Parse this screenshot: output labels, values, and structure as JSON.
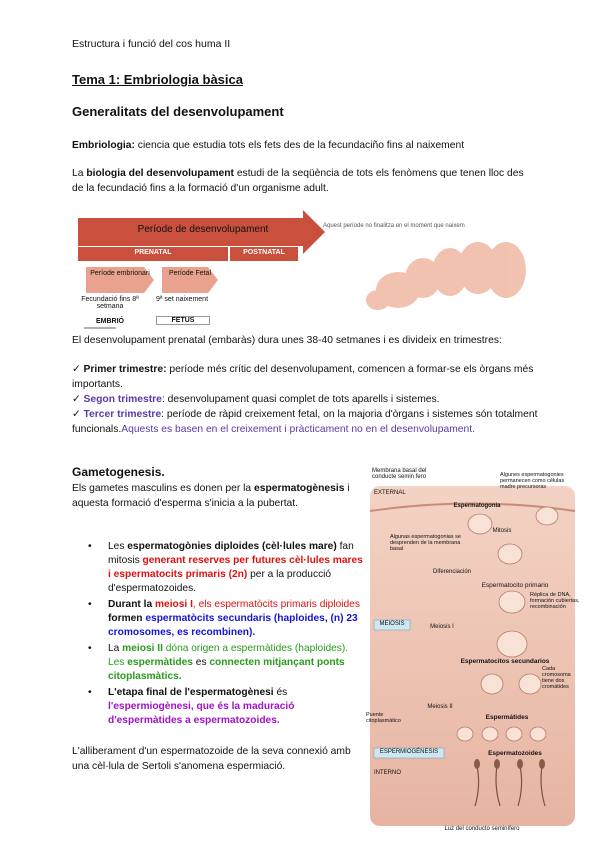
{
  "header": "Estructura i funció del cos huma II",
  "title": "Tema 1: Embriologia bàsica",
  "subtitle": "Generalitats del desenvolupament",
  "embriologia": {
    "term": "Embriologia:",
    "def": " ciencia que estudia tots els fets des de la fecundaciño fins al naixement"
  },
  "biologia": {
    "pre": "La ",
    "term": "biologia del desenvolupament",
    "rest": " estudi de la seqüència de tots els fenòmens que tenen lloc des de la fecundació fins a la formació d'un organisme adult."
  },
  "diagram1": {
    "arrow_label": "Període de desenvolupament",
    "prenatal": "PRENATAL",
    "postnatal": "POSTNATAL",
    "periode_embrionari": "Període embrionari",
    "periode_fetal": "Període Fetal",
    "embrio_range": "Fecundació fins 8ª setmana",
    "embrio": "EMBRIÓ",
    "fetus_range": "9ª set naixement",
    "fetus": "FETUS",
    "note": "Aquest període no finalitza en el moment que naixem"
  },
  "prenatal_text": "El desenvolupament prenatal (embaràs) dura unes 38-40 setmanes i es divideix en trimestres:",
  "trimesters": [
    {
      "check": "✓",
      "label": "Primer trimestre:",
      "text": " període més crític del desenvolupament, comencen a formar-se els òrgans més importants."
    },
    {
      "check": "✓",
      "label": "Segon trimestre",
      "text": ": desenvolupament quasi complet de tots aparells i sistemes."
    },
    {
      "check": "✓",
      "label": "Tercer trimestre",
      "text": ": període de ràpid creixement fetal, on la majoria d'òrgans i sistemes són totalment funcionals.",
      "extra": "Aquests es basen en el creixement i pràcticament no en el desenvolupament."
    }
  ],
  "gametogenesis": {
    "heading": "Gametogenesis.",
    "intro1": "Els gametes masculins es donen per la ",
    "intro_term": "espermatogènesis",
    "intro2": " i aquesta formació d'esperma s'inicia a la pubertat.",
    "bullets": [
      {
        "a": "Les ",
        "b": "espermatogònies diploides (cèl·lules mare)",
        "c": " fan mitosis ",
        "d": "generant reserves per futures cèl·lules mares i espermatocits primaris (2n)",
        "e": " per a la producció d'espermatozoides."
      },
      {
        "a": "Durant la ",
        "b": "meiosi I",
        "c": ", els espermatòcits primaris diploides",
        "d": " formen ",
        "e": "espermatòcits secundaris (haploides, (n) 23 cromosomes, es recombinen)."
      },
      {
        "a": "La ",
        "b": "meiosi II",
        "c": " dóna origen a espermàtides (haploides). Les ",
        "d": "espermàtides",
        "e": " es ",
        "f": "connecten mitjançant ponts citoplasmàtics."
      },
      {
        "a": "L'etapa final de l'espermatogènesi",
        "b": " és ",
        "c": "l'espermiogènesi, que és la maduració d'espermàtides a espermatozoides."
      }
    ],
    "outro": "L'alliberament d'un espermatozoide de la seva connexió amb una cèl·lula de Sertoli s'anomena espermiació."
  },
  "diagram2": {
    "membrana": "Membrana basal del conducte semin fero",
    "external": "EXTERNAL",
    "algunes1": "Algunes espermatogonies permanecen como células madre precursoras",
    "espermatogonia": "Espermatogonia",
    "mitosis": "Mitosis",
    "algunes2": "Algunas espermatogonias se desprenden de la membrana basal",
    "diferenciacio": "Diferenciación",
    "primari": "Espermatocito primario",
    "replica": "Réplica de DNA, formación cubiertas, recombinación",
    "meiosi": "MEIOSIS",
    "meiosi1": "Meiosis I",
    "secundaris": "Espermatocitos secundarios",
    "cada": "Cada cromosoma tiene dos cromátides",
    "meiosi2": "Meiosis II",
    "puente": "Puente citoplasmático",
    "espermatides": "Espermátides",
    "espermiogenesi": "ESPERMIOGÉNESIS",
    "espermatozoides": "Espermatozoides",
    "interno": "INTERNO",
    "luz": "Luz del conducto seminífero"
  }
}
